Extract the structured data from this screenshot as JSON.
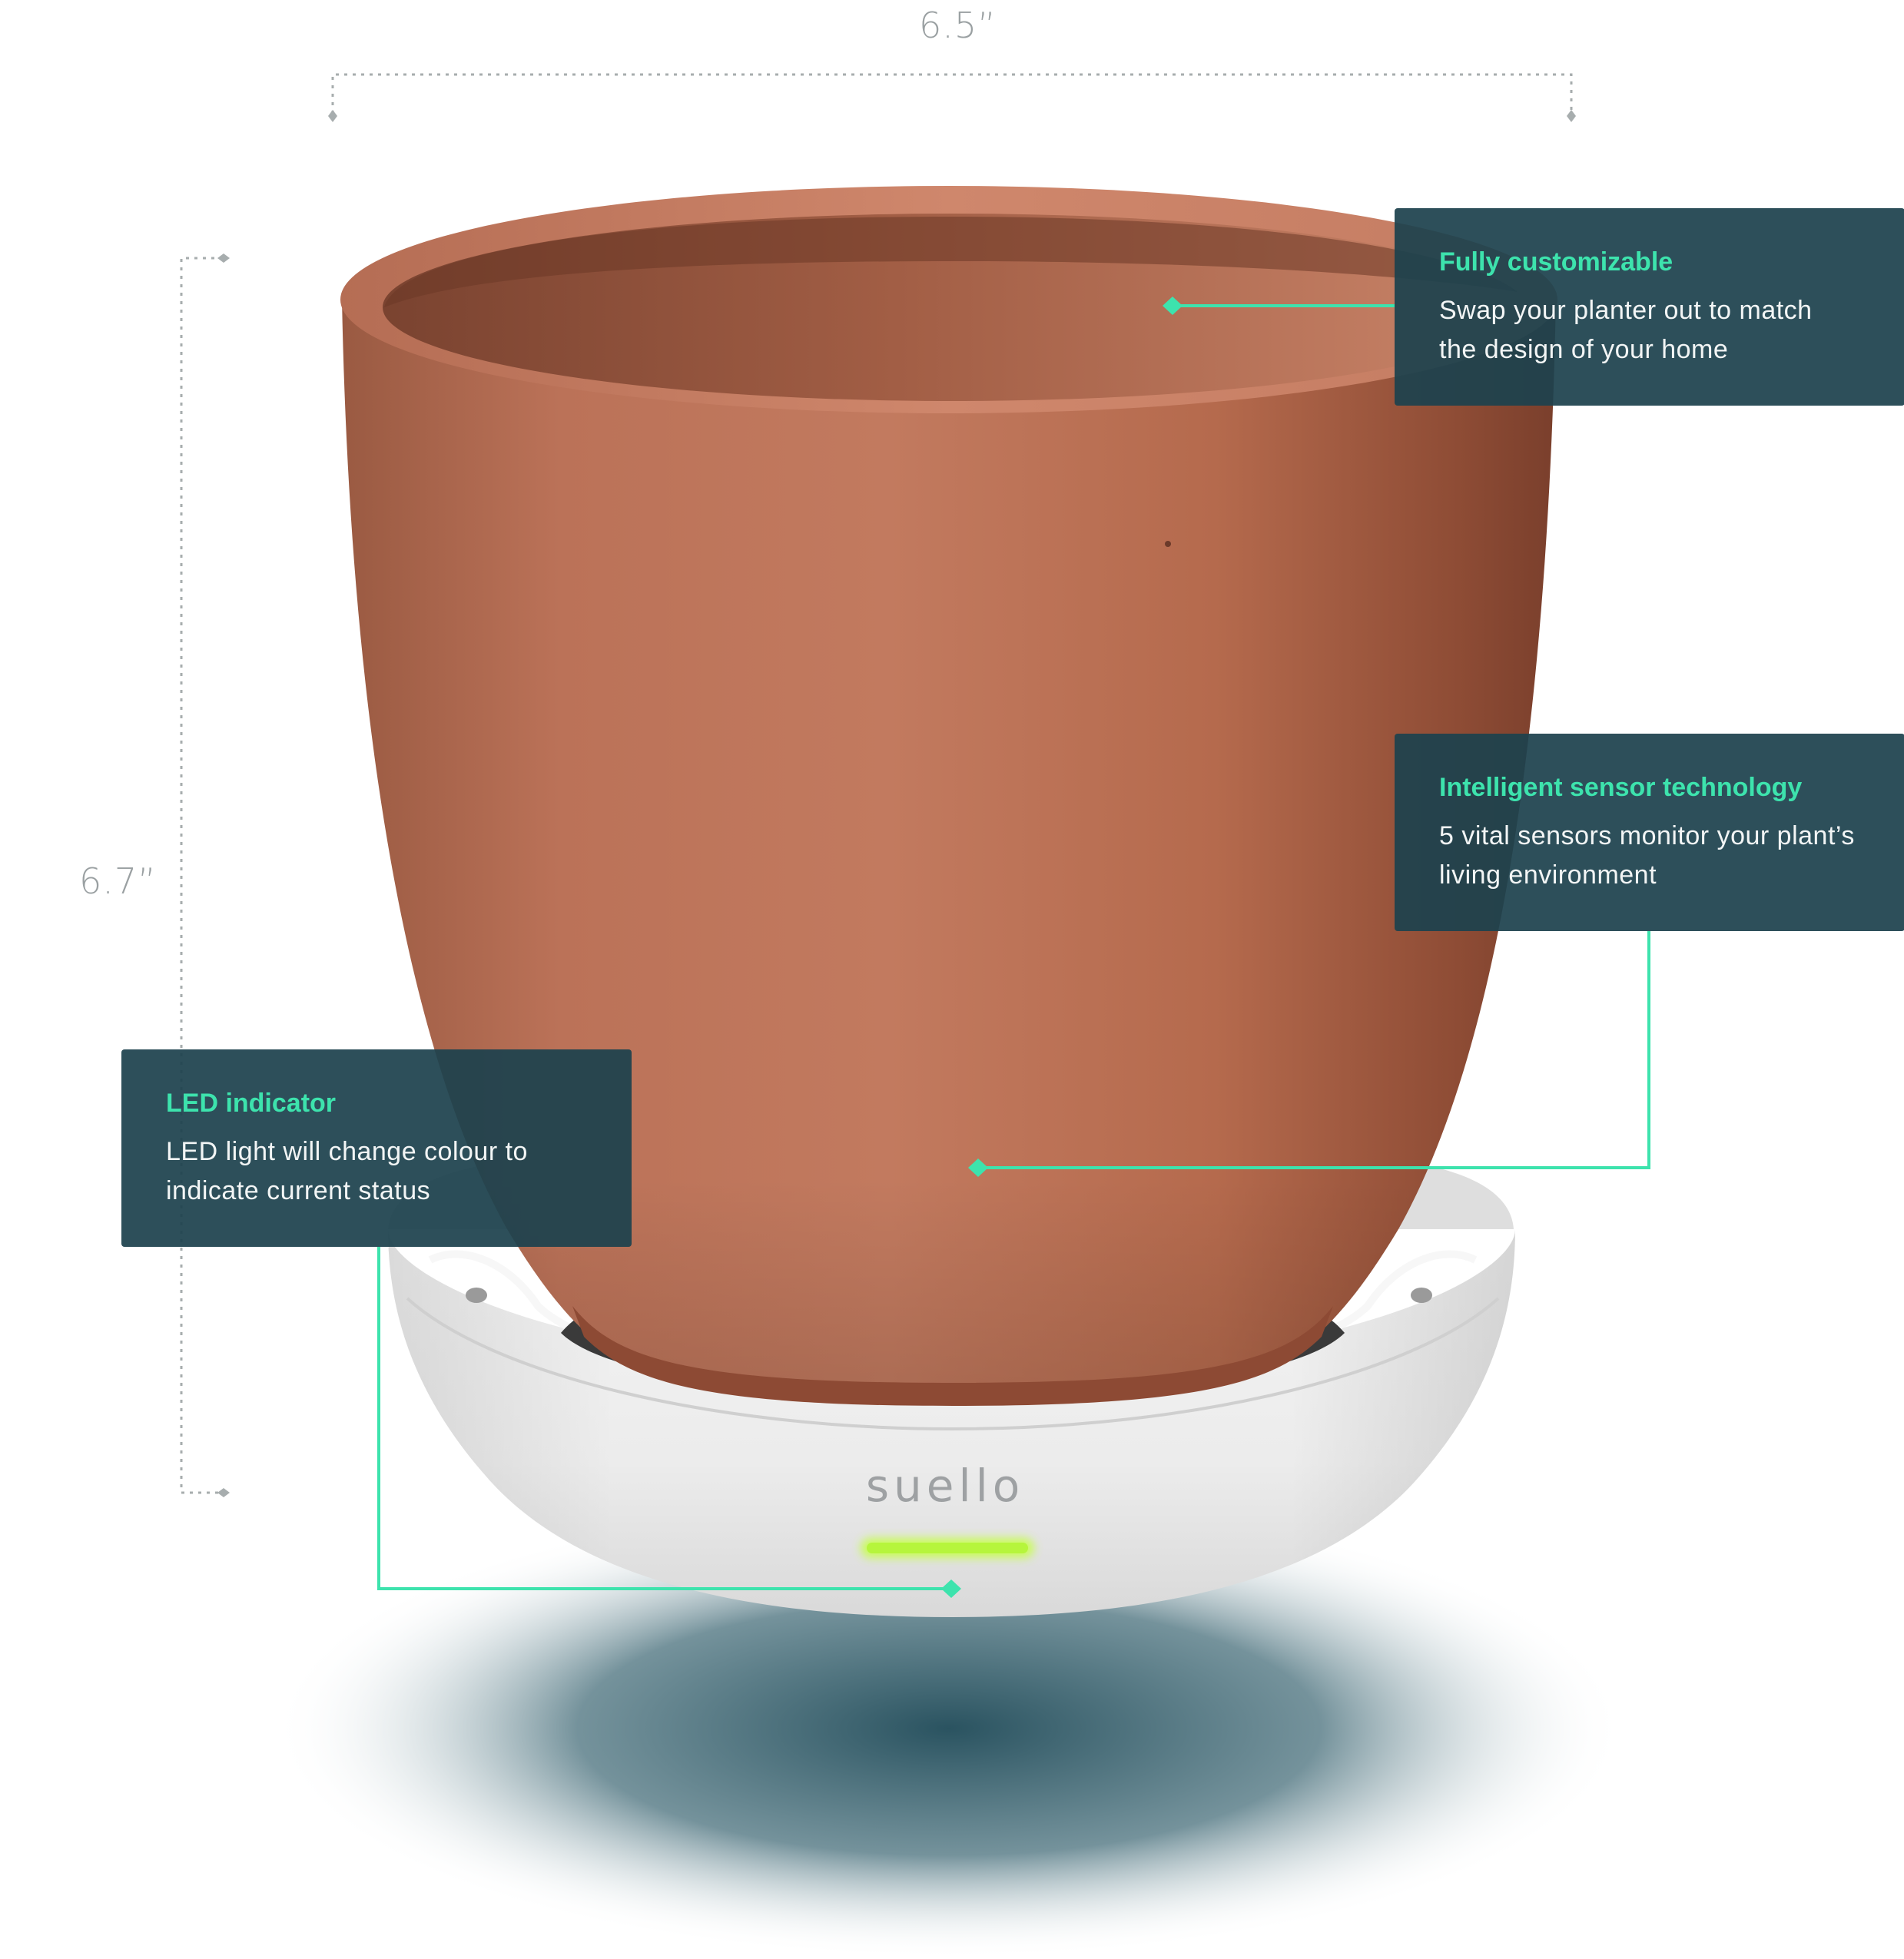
{
  "dimensions": {
    "width_label": "6.5”",
    "height_label": "6.7”"
  },
  "brand": "suello",
  "callouts": [
    {
      "title": "Fully customizable",
      "body": "Swap your planter out to match the design of your home"
    },
    {
      "title": "Intelligent sensor technology",
      "body": "5 vital sensors monitor your plant’s living environment"
    },
    {
      "title": "LED indicator",
      "body": "LED light will change colour to indicate current status"
    }
  ],
  "colors": {
    "callout_bg": "#1d424e",
    "accent": "#3de3ad",
    "pot": "#b8694c",
    "base": "#e9e9e9",
    "led": "#b6f53c",
    "shadow": "#1f4a58"
  }
}
